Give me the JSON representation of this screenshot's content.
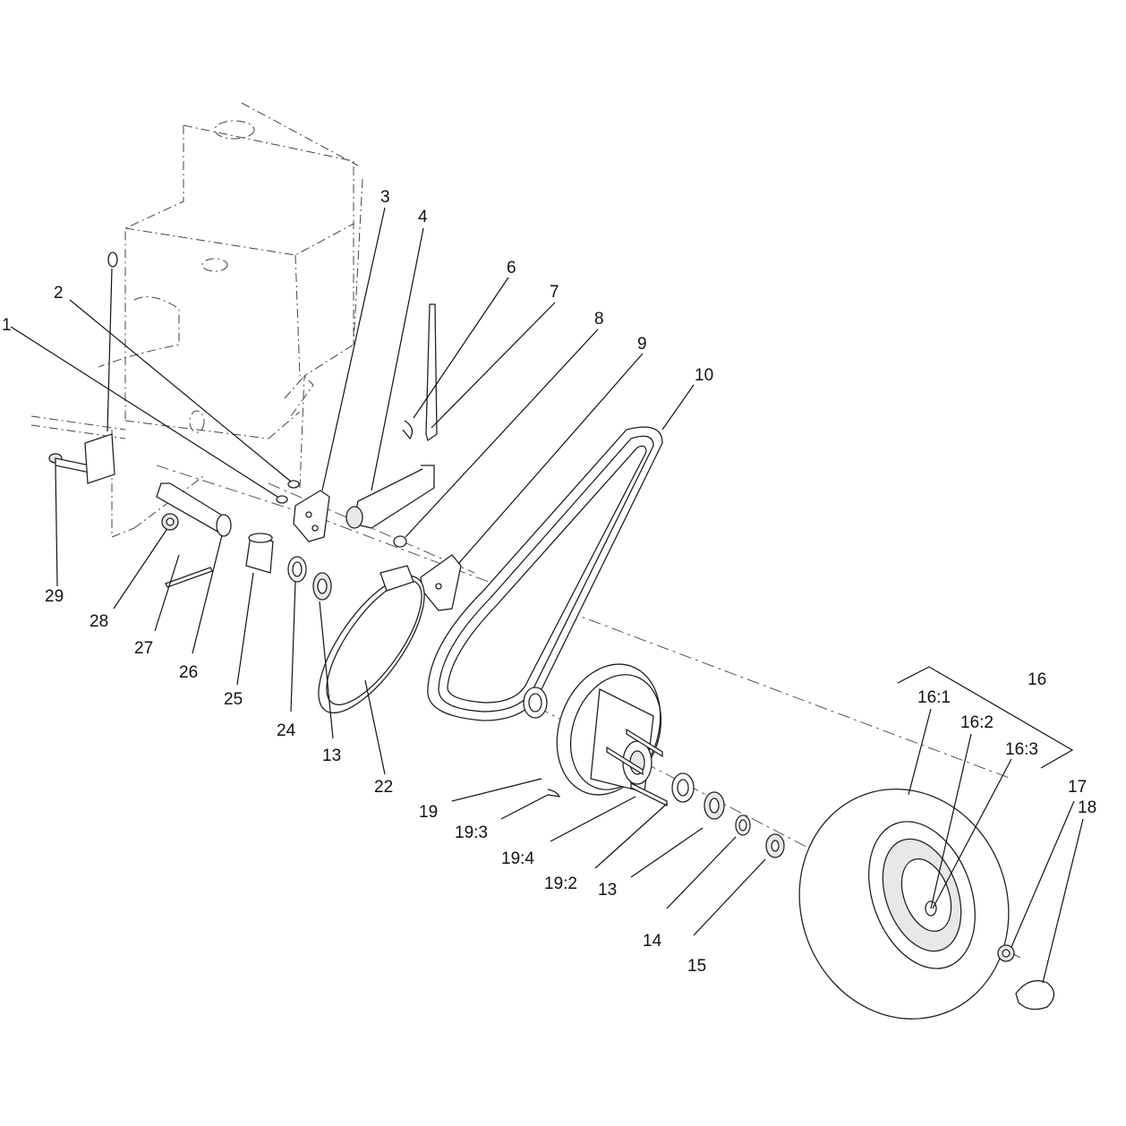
{
  "diagram": {
    "callouts": [
      {
        "id": "c1",
        "text": "1"
      },
      {
        "id": "c2",
        "text": "2"
      },
      {
        "id": "c3",
        "text": "3"
      },
      {
        "id": "c4",
        "text": "4"
      },
      {
        "id": "c6",
        "text": "6"
      },
      {
        "id": "c7",
        "text": "7"
      },
      {
        "id": "c8",
        "text": "8"
      },
      {
        "id": "c9",
        "text": "9"
      },
      {
        "id": "c10",
        "text": "10"
      },
      {
        "id": "c13a",
        "text": "13"
      },
      {
        "id": "c13b",
        "text": "13"
      },
      {
        "id": "c14",
        "text": "14"
      },
      {
        "id": "c15",
        "text": "15"
      },
      {
        "id": "c16",
        "text": "16"
      },
      {
        "id": "c16_1",
        "text": "16:1"
      },
      {
        "id": "c16_2",
        "text": "16:2"
      },
      {
        "id": "c16_3",
        "text": "16:3"
      },
      {
        "id": "c17",
        "text": "17"
      },
      {
        "id": "c18",
        "text": "18"
      },
      {
        "id": "c19",
        "text": "19"
      },
      {
        "id": "c19_2",
        "text": "19:2"
      },
      {
        "id": "c19_3",
        "text": "19:3"
      },
      {
        "id": "c19_4",
        "text": "19:4"
      },
      {
        "id": "c22",
        "text": "22"
      },
      {
        "id": "c24",
        "text": "24"
      },
      {
        "id": "c25",
        "text": "25"
      },
      {
        "id": "c26",
        "text": "26"
      },
      {
        "id": "c27",
        "text": "27"
      },
      {
        "id": "c28",
        "text": "28"
      },
      {
        "id": "c29",
        "text": "29"
      }
    ]
  }
}
